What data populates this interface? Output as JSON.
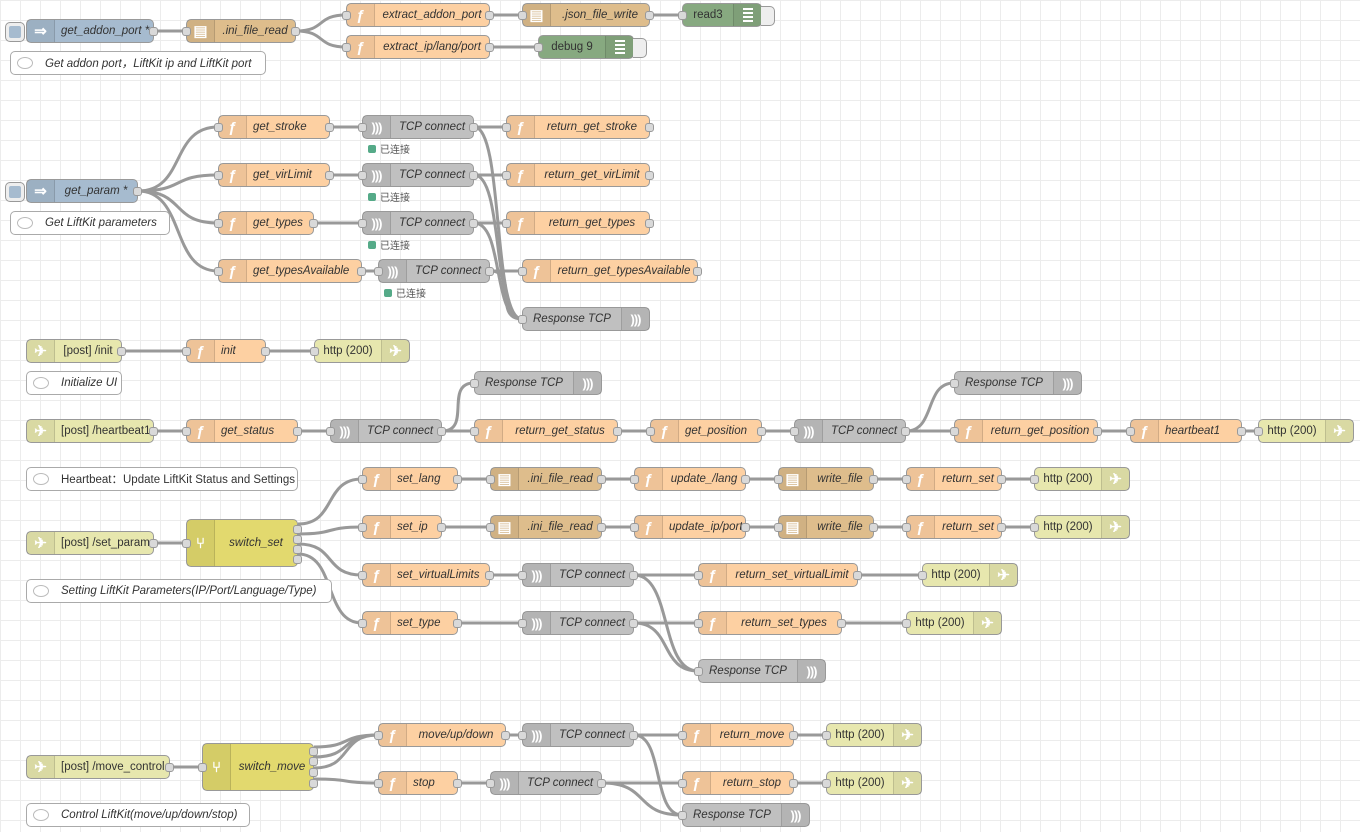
{
  "flow1": {
    "get_addon_port": "get_addon_port *",
    "ini_file_read": ".ini_file_read",
    "extract_addon_port": "extract_addon_port",
    "extract_ip_lang_port": "extract_ip/lang/port",
    "json_file_write": ".json_file_write",
    "read3": "read3",
    "debug9": "debug 9",
    "comment": "Get addon port，LiftKit ip and LiftKit port"
  },
  "flow2": {
    "get_param": "get_param *",
    "comment": "Get LiftKit parameters",
    "get_stroke": "get_stroke",
    "get_virLimit": "get_virLimit",
    "get_types": "get_types",
    "get_typesAvailable": "get_typesAvailable",
    "tcp_connect": "TCP connect",
    "status_connected": "已连接",
    "return_get_stroke": "return_get_stroke",
    "return_get_virLimit": "return_get_virLimit",
    "return_get_types": "return_get_types",
    "return_get_typesAvailable": "return_get_typesAvailable",
    "response_tcp": "Response TCP"
  },
  "flow3": {
    "post_init": "[post] /init",
    "init": "init",
    "http200": "http (200)",
    "comment": "Initialize UI"
  },
  "flow4": {
    "post_heartbeat1": "[post] /heartbeat1",
    "get_status": "get_status",
    "tcp_connect": "TCP connect",
    "response_tcp": "Response TCP",
    "return_get_status": "return_get_status",
    "get_position": "get_position",
    "return_get_position": "return_get_position",
    "heartbeat1": "heartbeat1",
    "http200": "http (200)",
    "comment": "Heartbeat：Update LiftKit Status and Settings"
  },
  "flow5": {
    "post_set_param": "[post] /set_param",
    "switch_set": "switch_set",
    "comment": "Setting LiftKit Parameters(IP/Port/Language/Type)",
    "set_lang": "set_lang",
    "set_ip": "set_ip",
    "set_virtualLimits": "set_virtualLimits",
    "set_type": "set_type",
    "ini_file_read": ".ini_file_read",
    "update_lang": "update_/lang",
    "update_ip_port": "update_ip/port",
    "write_file": "write_file",
    "return_set": "return_set",
    "http200": "http (200)",
    "tcp_connect": "TCP connect",
    "return_set_virtualLimit": "return_set_virtualLimit",
    "return_set_types": "return_set_types",
    "response_tcp": "Response TCP"
  },
  "flow6": {
    "post_move_control": "[post] /move_control",
    "switch_move": "switch_move",
    "move_up_down": "move/up/down",
    "stop": "stop",
    "tcp_connect": "TCP connect",
    "return_move": "return_move",
    "return_stop": "return_stop",
    "http200": "http (200)",
    "response_tcp": "Response TCP",
    "comment": "Control LiftKit(move/up/down/stop)"
  },
  "icons": {
    "function": "ƒ",
    "inject": "arrow-right-icon",
    "file": "file-icon",
    "debug": "list-icon",
    "tcp": "wave-icon",
    "http": "globe-icon",
    "switch": "switch-icon",
    "comment": "comment-bubble-icon"
  },
  "colors": {
    "function": "#fdd0a2",
    "file": "#debd8c",
    "inject": "#a6bbcf",
    "debug": "#87a980",
    "tcp": "#c0c0c0",
    "http": "#e7e7ae",
    "switch": "#e2d96e",
    "status_green": "#55aa88"
  }
}
